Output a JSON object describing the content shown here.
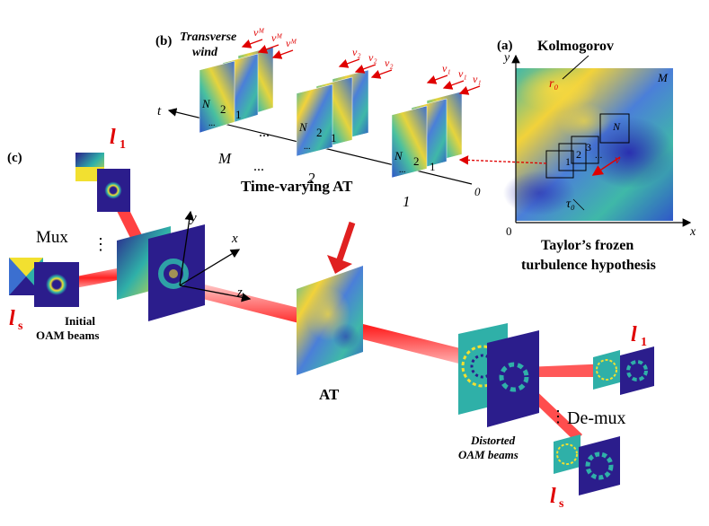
{
  "panels": {
    "a": "(a)",
    "b": "(b)",
    "c": "(c)"
  },
  "panel_a": {
    "title": "Kolmogorov",
    "axis_x": "x",
    "axis_y": "y",
    "origin": "0",
    "corner_label": "M",
    "r0_label": "r₀",
    "tau0_label": "τ₀",
    "v_label": "v",
    "box_labels": [
      "1",
      "2",
      "3",
      "N"
    ],
    "ellipsis": "...",
    "caption_line1": "Taylor’s frozen",
    "caption_line2": "turbulence hypothesis"
  },
  "panel_b": {
    "title_line1": "Transverse",
    "title_line2": "wind",
    "time_axis": "t",
    "origin": "0",
    "groups": [
      {
        "index": "M",
        "velocities": [
          "vᴹ",
          "vᴹ",
          "vᴹ"
        ],
        "frames": [
          "N",
          "2",
          "1"
        ]
      },
      {
        "index": "2",
        "velocities": [
          "v₂",
          "v₂",
          "v₂"
        ],
        "frames": [
          "N",
          "2",
          "1"
        ]
      },
      {
        "index": "1",
        "velocities": [
          "v₁",
          "v₁",
          "v₁"
        ],
        "frames": [
          "N",
          "2",
          "1"
        ]
      }
    ],
    "ellipsis": "...",
    "caption": "Time-varying AT"
  },
  "panel_c": {
    "mux_label": "Mux",
    "l1": "l",
    "l1_sub": "1",
    "ls": "l",
    "ls_sub": "s",
    "initial_line1": "Initial",
    "initial_line2": "OAM beams",
    "axis_x": "x",
    "axis_y": "y",
    "axis_z": "z",
    "at_label": "AT",
    "distorted_line1": "Distorted",
    "distorted_line2": "OAM beams",
    "demux_label": "De-mux",
    "vdots": "⋮"
  },
  "colors": {
    "beam_red": "#ff2020",
    "label_red": "#e00000",
    "turb_blue": "#2f57c8",
    "turb_yellow": "#f2d23a",
    "turb_teal": "#3fb8a8",
    "dark_blue": "#2b1d8c"
  }
}
